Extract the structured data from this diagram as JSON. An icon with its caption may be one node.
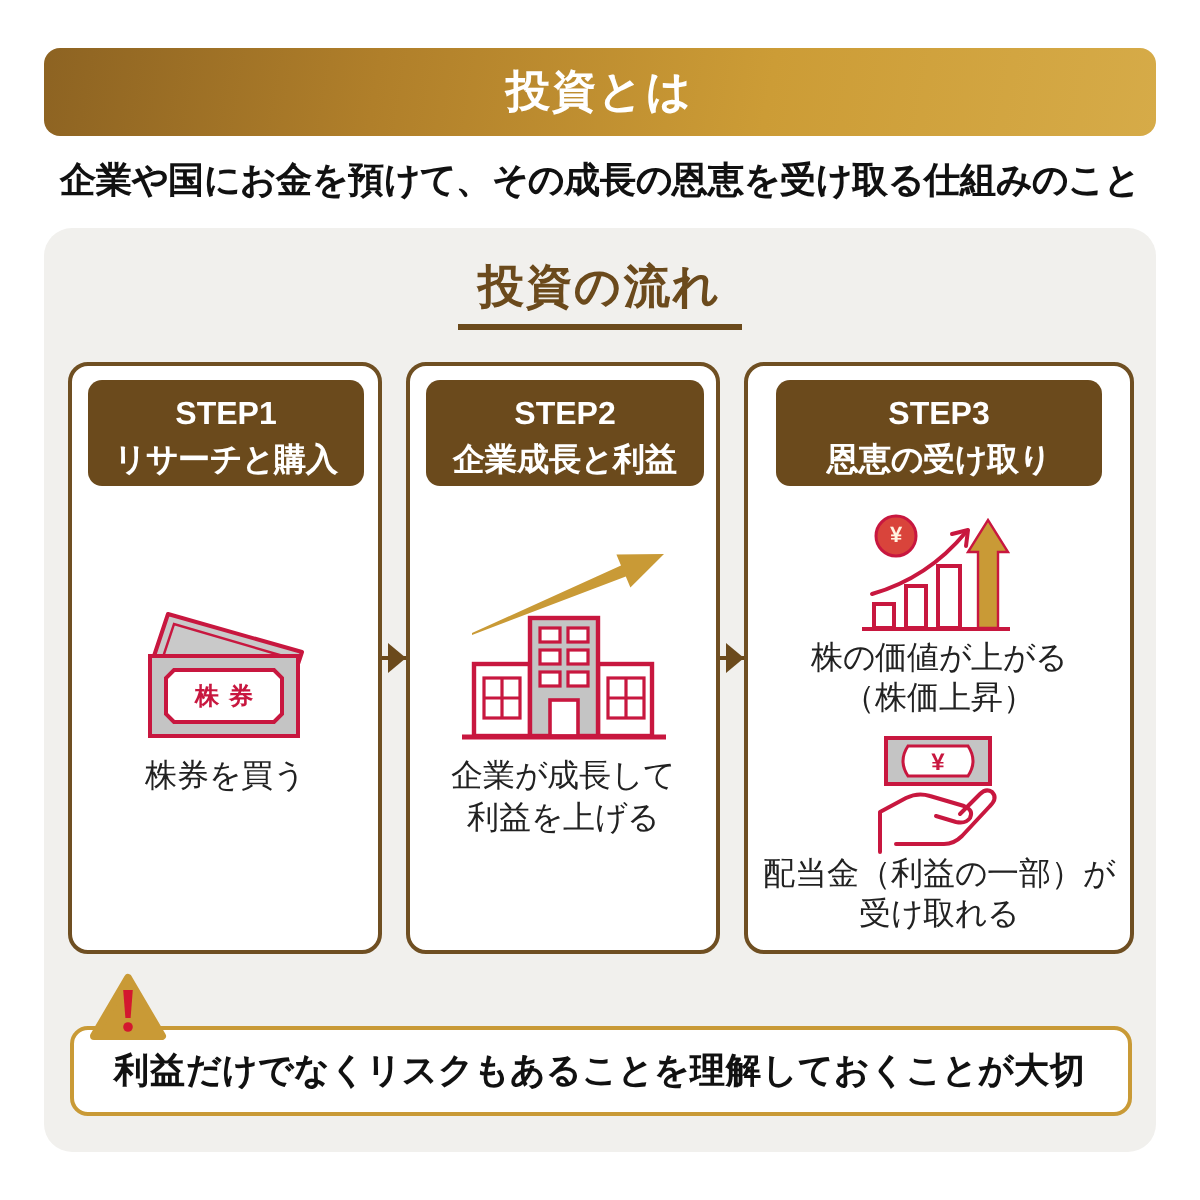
{
  "diagram": {
    "title": "投資とは",
    "nodes": [
      {
        "text": [
          "投資の流れ"
        ]
      },
      {
        "text": [
          "株券を買う"
        ],
        "in": 0
      },
      {
        "text": [
          "STEP1",
          "リサーチと購入"
        ],
        "in": 1
      },
      {
        "text": [
          "企業が成長して利益を上げる"
        ],
        "in": 0
      },
      {
        "text": [
          "STEP2",
          "企業成長と利益"
        ],
        "in": 3
      },
      {
        "text": [
          "株の価値が上がる（株価上昇）",
          "配当金（利益の一部）が受け取れる"
        ],
        "in": 0
      },
      {
        "text": [
          "STEP3",
          "恩恵の受け取り"
        ],
        "in": 5
      },
      {
        "text": [
          "利益だけでなくリスクもあることを理解しておくことが大切"
        ],
        "in": 0
      }
    ],
    "edges": [
      {
        "from": 1,
        "to": 3,
        "arrow": "to"
      },
      {
        "from": 3,
        "to": 5,
        "arrow": "to"
      }
    ],
    "labels": [
      "企業や国にお金を預けて、その成長の恩恵を受け取る仕組みのこと",
      "株券",
      "¥",
      "¥"
    ]
  }
}
